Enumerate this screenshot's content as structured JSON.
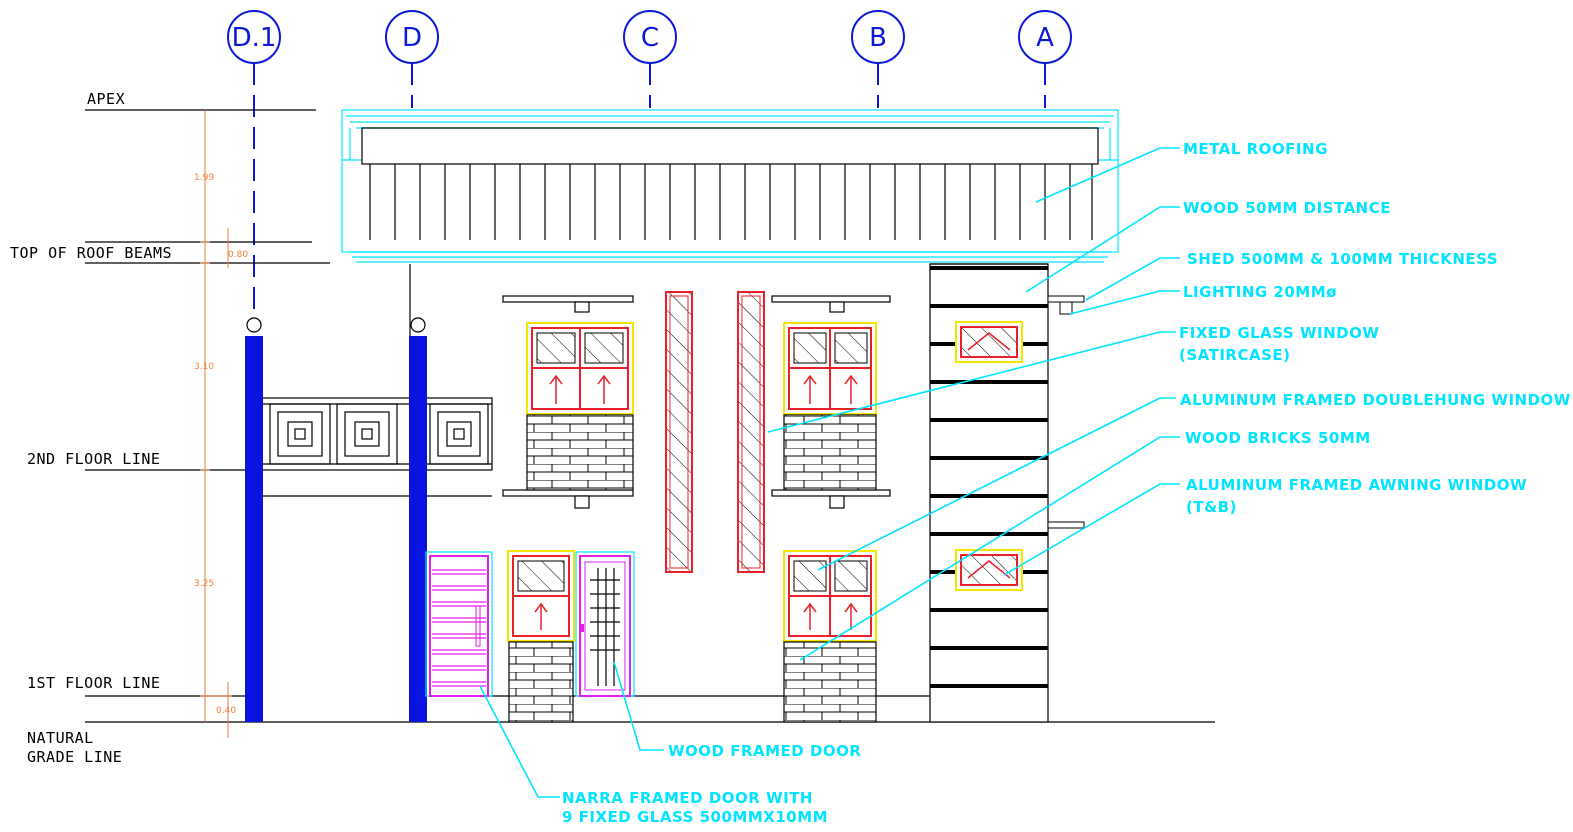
{
  "grid_labels": [
    "D.1",
    "D",
    "C",
    "B",
    "A"
  ],
  "levels": {
    "apex": "APEX",
    "roof_beams": "TOP OF ROOF BEAMS",
    "second_floor": "2ND FLOOR LINE",
    "first_floor": "1ST FLOOR LINE",
    "grade_1": "NATURAL",
    "grade_2": "GRADE LINE"
  },
  "dimensions": [
    "1.99",
    "0.80",
    "3.10",
    "3.25",
    "0.40"
  ],
  "callouts": {
    "metal_roofing": "METAL ROOFING",
    "wood_distance": "WOOD 50MM DISTANCE",
    "shed": "SHED 500MM & 100MM THICKNESS",
    "lighting": "LIGHTING 20MMø",
    "fixed_glass_1": "FIXED GLASS WINDOW",
    "fixed_glass_2": "(SATIRCASE)",
    "doublehung": "ALUMINUM FRAMED DOUBLEHUNG WINDOW",
    "wood_bricks": "WOOD BRICKS 50MM",
    "awning_1": "ALUMINUM FRAMED AWNING WINDOW",
    "awning_2": "(T&B)",
    "wood_door": "WOOD FRAMED DOOR",
    "narra_1": "NARRA FRAMED DOOR WITH",
    "narra_2": "9 FIXED GLASS 500MMX10MM"
  },
  "colors": {
    "callout": "#00e5ff",
    "grid": "#0b18d6",
    "column": "#0a14e0",
    "window": "#e8202a",
    "window_frame": "#f5e600",
    "door": "#e020e8",
    "dimension": "#f07e3a",
    "lines": "#000000"
  }
}
